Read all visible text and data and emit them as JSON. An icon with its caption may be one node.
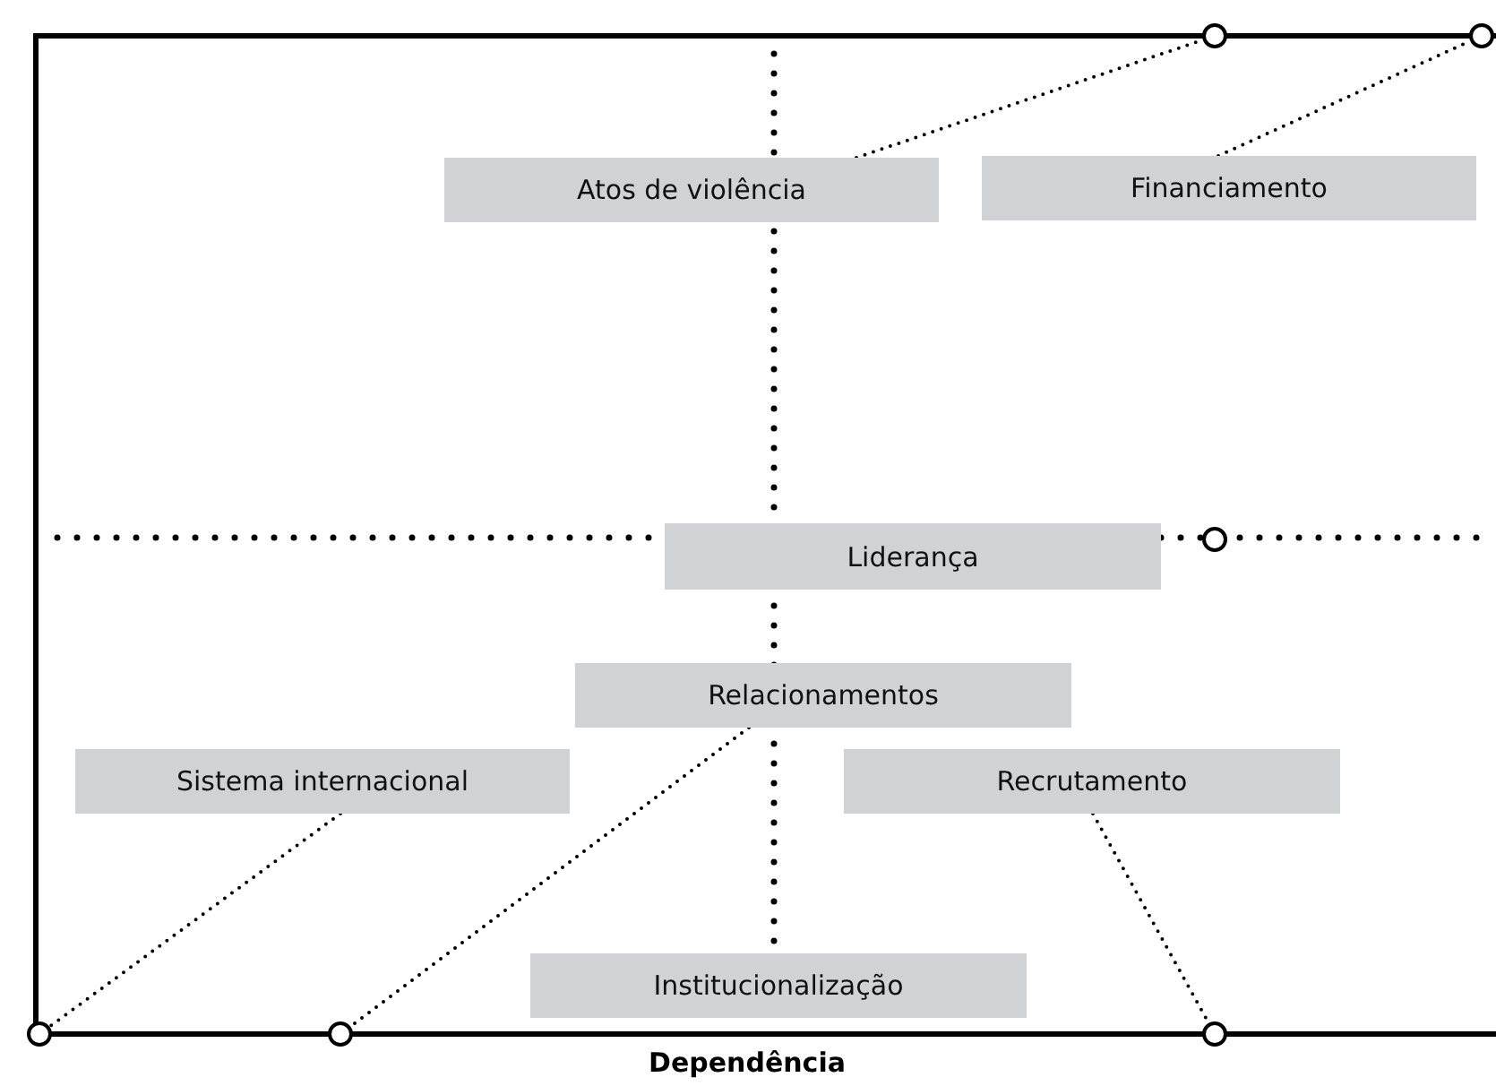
{
  "diagram": {
    "nodes": [
      {
        "text": [],
        "shape": "circle"
      },
      {
        "text": [],
        "shape": "circle"
      },
      {
        "text": [
          "Atos de violência"
        ]
      },
      {
        "text": [
          "Financiamento"
        ]
      },
      {
        "text": [
          "Liderança"
        ]
      },
      {
        "text": [],
        "shape": "circle"
      },
      {
        "text": [
          "Relacionamentos"
        ]
      },
      {
        "text": [
          "Sistema internacional"
        ]
      },
      {
        "text": [
          "Recrutamento"
        ]
      },
      {
        "text": [
          "Institucionalização"
        ]
      },
      {
        "text": [],
        "shape": "circle"
      },
      {
        "text": [],
        "shape": "circle"
      },
      {
        "text": [],
        "shape": "circle"
      }
    ],
    "edges": [
      {
        "from": 2,
        "to": 0,
        "arrow": "none",
        "style": "dashed"
      },
      {
        "from": 3,
        "to": 1,
        "arrow": "none",
        "style": "dashed"
      },
      {
        "from": 7,
        "to": 10,
        "arrow": "none",
        "style": "dashed"
      },
      {
        "from": 6,
        "to": 11,
        "arrow": "none",
        "style": "dashed"
      },
      {
        "from": 8,
        "to": 12,
        "arrow": "none",
        "style": "dashed"
      }
    ],
    "labels": [
      "Dependência"
    ]
  }
}
